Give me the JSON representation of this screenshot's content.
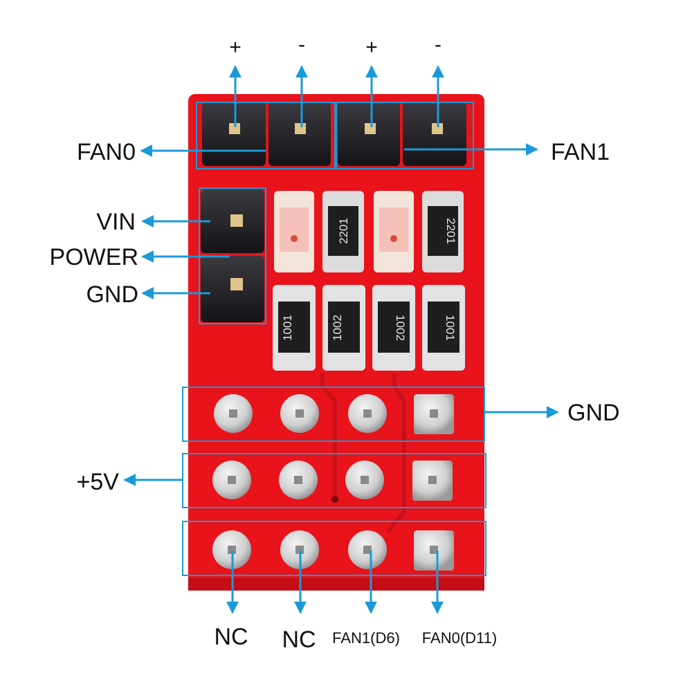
{
  "labels": {
    "top": {
      "fan0_plus": "+",
      "fan0_minus": "-",
      "fan1_plus": "+",
      "fan1_minus": "-"
    },
    "fan0": "FAN0",
    "fan1": "FAN1",
    "vin": "VIN",
    "power": "POWER",
    "gnd_left": "GND",
    "gnd_right": "GND",
    "plus5v": "+5V",
    "nc1": "NC",
    "nc2": "NC",
    "fan1_d6": "FAN1(D6)",
    "fan0_d11": "FAN0(D11)"
  },
  "components": {
    "resistors_top": [
      "2201",
      "2201"
    ],
    "resistors_bottom": [
      "1001",
      "1002",
      "1002",
      "1001"
    ]
  },
  "colors": {
    "pcb": "#e8131b",
    "pcb_dark": "#c40d14",
    "header": "#1f1f23",
    "pad": "#d9d9d9",
    "annotation": "#1a9ad9",
    "text": "#111111"
  }
}
